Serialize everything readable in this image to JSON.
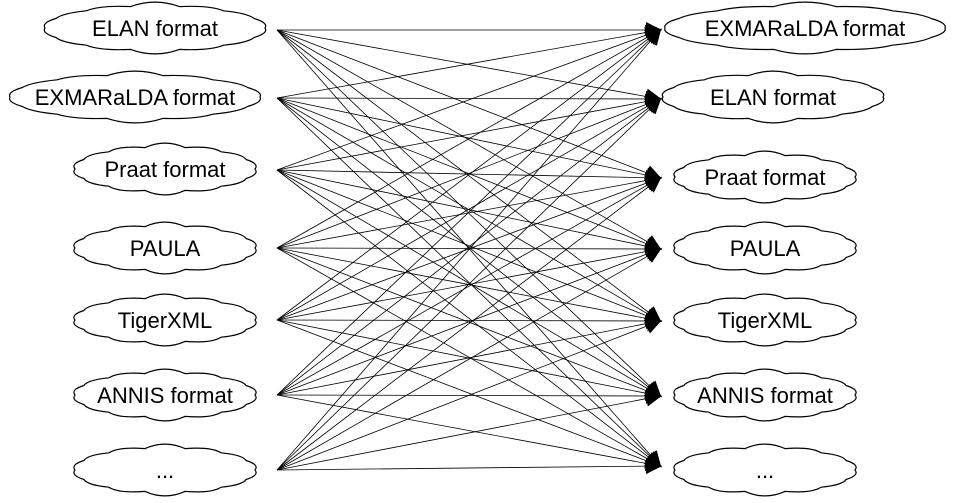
{
  "diagram": {
    "source_formats": [
      "ELAN format",
      "EXMARaLDA format",
      "Praat format",
      "PAULA",
      "TigerXML",
      "ANNIS format",
      "..."
    ],
    "target_formats": [
      "EXMARaLDA format",
      "ELAN format",
      "Praat format",
      "PAULA",
      "TigerXML",
      "ANNIS format",
      "..."
    ],
    "colors": {
      "line": "#000000",
      "background": "#ffffff"
    }
  }
}
